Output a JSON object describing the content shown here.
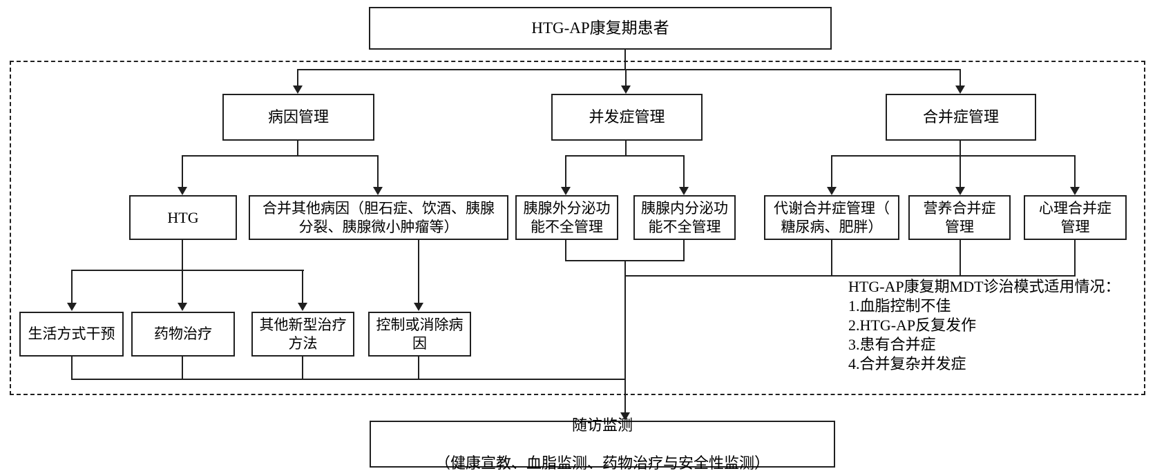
{
  "diagram": {
    "nodes": {
      "root": {
        "label": "HTG-AP康复期患者"
      },
      "etiology": {
        "label": "病因管理"
      },
      "complication": {
        "label": "并发症管理"
      },
      "comorbidity": {
        "label": "合并症管理"
      },
      "htg": {
        "label": "HTG"
      },
      "other_causes": {
        "label": "合并其他病因（胆石症、饮酒、胰腺\n分裂、胰腺微小肿瘤等）"
      },
      "exocrine": {
        "label": "胰腺外分泌功\n能不全管理"
      },
      "endocrine": {
        "label": "胰腺内分泌功\n能不全管理"
      },
      "metabolic": {
        "label": "代谢合并症管理（\n糖尿病、肥胖）"
      },
      "nutrition": {
        "label": "营养合并症\n管理"
      },
      "psychology": {
        "label": "心理合并症\n管理"
      },
      "lifestyle": {
        "label": "生活方式干预"
      },
      "medication": {
        "label": "药物治疗"
      },
      "novel_therapy": {
        "label": "其他新型治疗\n方法"
      },
      "cause_control": {
        "label": "控制或消除病\n因"
      },
      "followup": {
        "line1": "随访监测",
        "line2": "（健康宣教、血脂监测、药物治疗与安全性监测）"
      }
    },
    "mdt_note": {
      "title": "HTG-AP康复期MDT诊治模式适用情况：",
      "items": [
        "1.血脂控制不佳",
        "2.HTG-AP反复发作",
        "3.患有合并症",
        "4.合并复杂并发症"
      ]
    },
    "colors": {
      "line": "#1f1f1f",
      "background": "#ffffff",
      "text": "#000000"
    }
  }
}
